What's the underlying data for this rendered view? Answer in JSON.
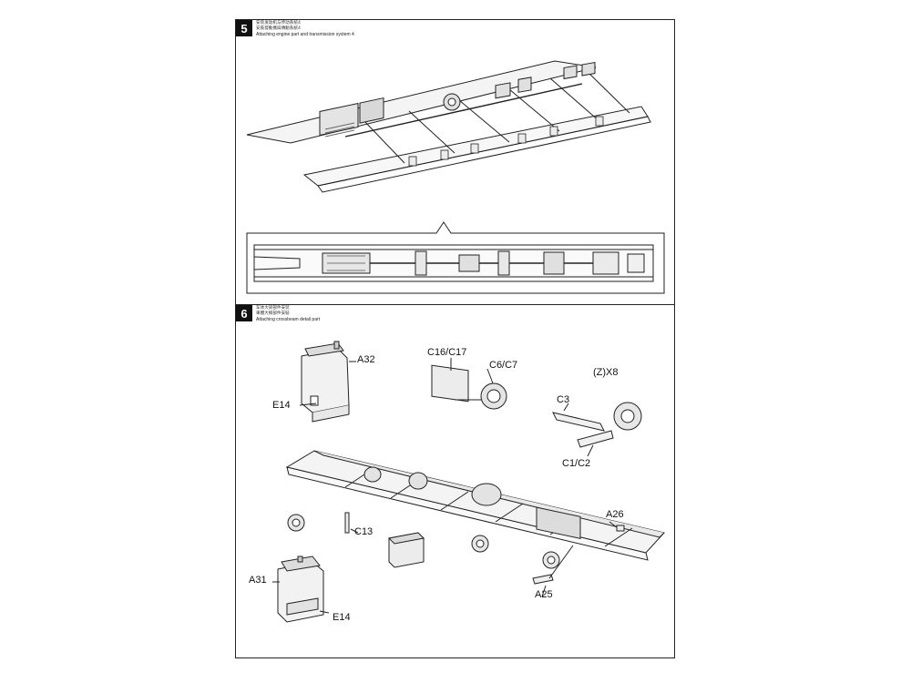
{
  "steps": [
    {
      "number": "5",
      "title_cn_1": "安装发动机与传动系统4",
      "title_cn_2": "安裝發動機與傳動系統4",
      "title_en": "Attaching engine part and transmission system 4"
    },
    {
      "number": "6",
      "title_cn_1": "车体大梁部件安装",
      "title_cn_2": "車體大樑部件安裝",
      "title_en": "Attaching crossbeam detail part"
    }
  ],
  "part_labels": {
    "a32": "A32",
    "e14_top": "E14",
    "c16_c17": "C16/C17",
    "c6_c7": "C6/C7",
    "z_x8": "(Z)X8",
    "c3": "C3",
    "c1_c2": "C1/C2",
    "c13": "C13",
    "a26": "A26",
    "a25": "A25",
    "a31": "A31",
    "e14_bottom": "E14"
  }
}
